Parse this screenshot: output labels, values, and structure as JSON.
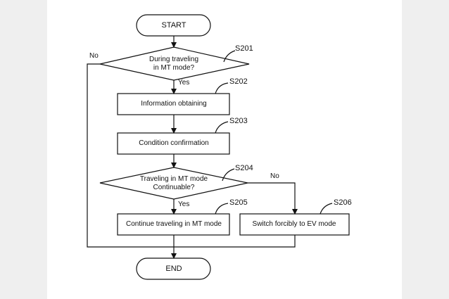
{
  "flowchart": {
    "start": "START",
    "end": "END",
    "nodes": {
      "s201": {
        "step": "S201",
        "line1": "During traveling",
        "line2": "in MT mode?"
      },
      "s202": {
        "step": "S202",
        "text": "Information obtaining"
      },
      "s203": {
        "step": "S203",
        "text": "Condition confirmation"
      },
      "s204": {
        "step": "S204",
        "line1": "Traveling in MT mode",
        "line2": "Continuable?"
      },
      "s205": {
        "step": "S205",
        "text": "Continue traveling in MT mode"
      },
      "s206": {
        "step": "S206",
        "text": "Switch forcibly to EV mode"
      }
    },
    "labels": {
      "s201_yes": "Yes",
      "s201_no": "No",
      "s204_yes": "Yes",
      "s204_no": "No"
    }
  }
}
